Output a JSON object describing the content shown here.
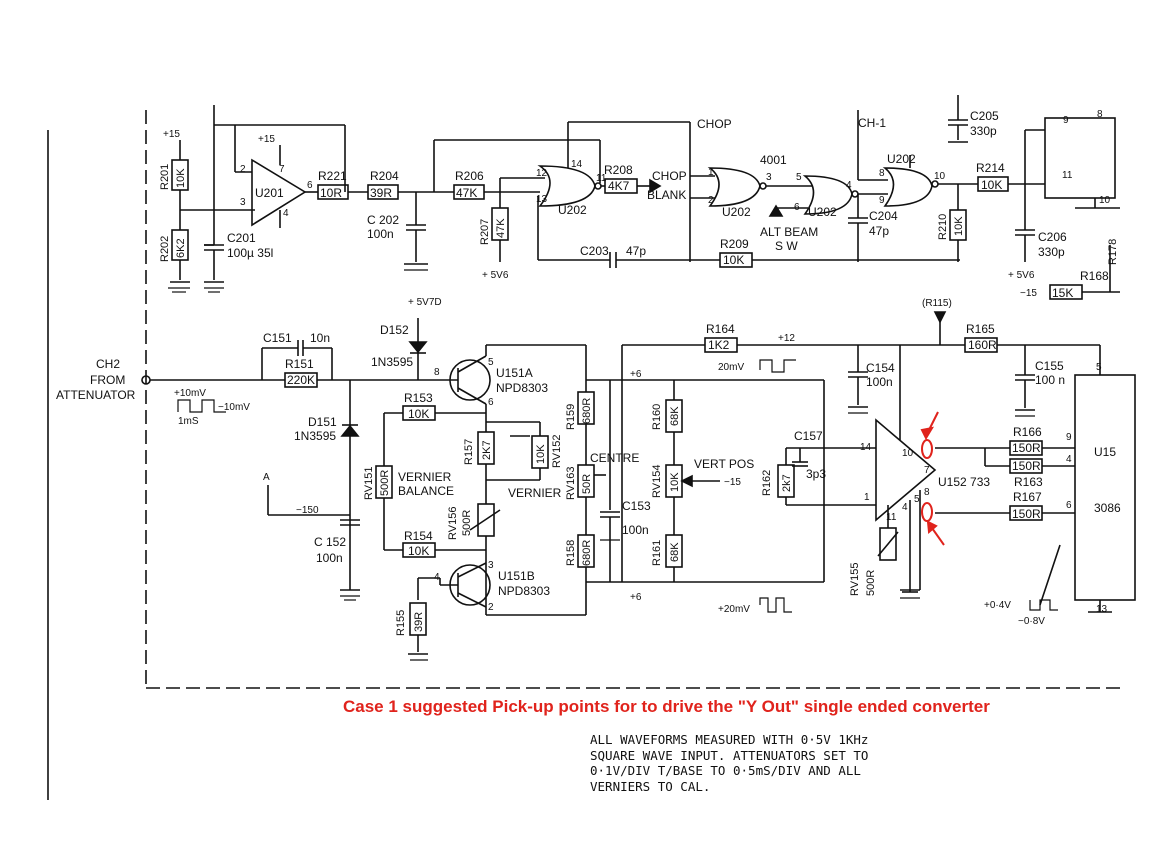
{
  "caption": "Case 1 suggested Pick-up points for to drive the \"Y Out\" single ended converter",
  "notes": [
    "ALL WAVEFORMS MEASURED WITH 0·5V 1KHz",
    "SQUARE WAVE INPUT. ATTENUATORS SET TO",
    "0·1V/DIV T/BASE TO 0·5mS/DIV AND ALL",
    "VERNIERS TO CAL."
  ],
  "input": {
    "line1": "CH2",
    "line2": "FROM",
    "line3": "ATTENUATOR"
  },
  "labels": {
    "R201": "R201",
    "R201_val": "10K",
    "R202": "R202",
    "R202_val": "6K2",
    "C201": "C201",
    "C201_val": "100µ 35l",
    "plus15a": "+15",
    "plus15b": "+15",
    "U201": "U201",
    "R221": "R221",
    "R221_val": "10R",
    "R204": "R204",
    "R204_val": "39R",
    "C202": "C 202",
    "C202_val": "100n",
    "R206": "R206",
    "R206_val": "47K",
    "R207": "R207",
    "R207_val": "47K",
    "v5v6a": "+ 5V6",
    "R208": "R208",
    "R208_val": "4K7",
    "chop": "CHOP",
    "chop2": "CHOP",
    "blank": "BLANK",
    "u202a": "U202",
    "u202b": "U202",
    "u202c": "U202",
    "u202d": "U202",
    "cmos": "4001",
    "ch1": "CH-1",
    "altbeam1": "ALT BEAM",
    "altbeam2": "S W",
    "C203": "C203",
    "C203_val": "47p",
    "R209": "R209",
    "R209_val": "10K",
    "C204": "C204",
    "C204_val": "47p",
    "R210": "R210",
    "R210_val": "10K",
    "C205": "C205",
    "C205_val": "330p",
    "R214": "R214",
    "R214_val": "10K",
    "C206": "C206",
    "C206_val": "330p",
    "v5v6b": "+ 5V6",
    "R168": "R168",
    "R168_val": "15K",
    "minus15": "−15",
    "R178": "R178",
    "v5v7d": "+ 5V7D",
    "D152": "D152",
    "D152_type": "1N3595",
    "C151": "C151",
    "C151_val": "10n",
    "R151": "R151",
    "R151_val": "220K",
    "D151": "D151",
    "D151_type": "1N3595",
    "U151A": "U151A",
    "U151A_type": "NPD8303",
    "U151B": "U151B",
    "U151B_type": "NPD8303",
    "R153": "R153",
    "R153_val": "10K",
    "R157": "R157",
    "R157_val": "2K7",
    "RV152": "RV152",
    "RV152_val": "10K",
    "RV151": "RV151",
    "RV151_val": "500R",
    "vernier_bal1": "VERNIER",
    "vernier_bal2": "BALANCE",
    "vernier": "VERNIER",
    "RV156": "RV156",
    "RV156_val": "500R",
    "R154": "R154",
    "R154_val": "10K",
    "C152": "C 152",
    "C152_val": "100n",
    "minus150": "−150",
    "R155": "R155",
    "R155_val": "39R",
    "R159": "R159",
    "R159_val": "680R",
    "R163": "RV163",
    "R163_val": "50R",
    "R158": "R158",
    "R158_val": "680R",
    "centre": "CENTRE",
    "C153": "C153",
    "C153_val": "100n",
    "plus6a": "+6",
    "plus6b": "+6",
    "R160": "R160",
    "R160_val": "68K",
    "RV154": "RV154",
    "RV154_val": "10K",
    "R161": "R161",
    "R161_val": "68K",
    "vertpos": "VERT POS",
    "minus15b": "−15",
    "R164": "R164",
    "R164_val": "1K2",
    "plus12": "+12",
    "wave20a": "20mV",
    "wave20b": "+20mV",
    "R162": "R162",
    "R162_val": "2k7",
    "C157": "C157",
    "C157_val": "3p3",
    "RV155": "RV155",
    "RV155_val": "500R",
    "C154": "C154",
    "C154_val": "100n",
    "R115": "(R115)",
    "R165": "R165",
    "R165_val": "160R",
    "C155": "C155",
    "C155_val": "100 n",
    "U152": "U152  733",
    "R166": "R166",
    "R166_val": "150R",
    "R163b": "R163",
    "R163b_val": "150R",
    "R167": "R167",
    "R167_val": "150R",
    "U153": "U15",
    "U153_type": "3086",
    "wave_in1": "+10mV",
    "wave_in2": "−10mV",
    "wave_in3": "1mS",
    "wave_out1": "+0·4V",
    "wave_out2": "−0·8V",
    "pinA": "A"
  },
  "colors": {
    "ink": "#111111",
    "highlight": "#e0231c"
  }
}
